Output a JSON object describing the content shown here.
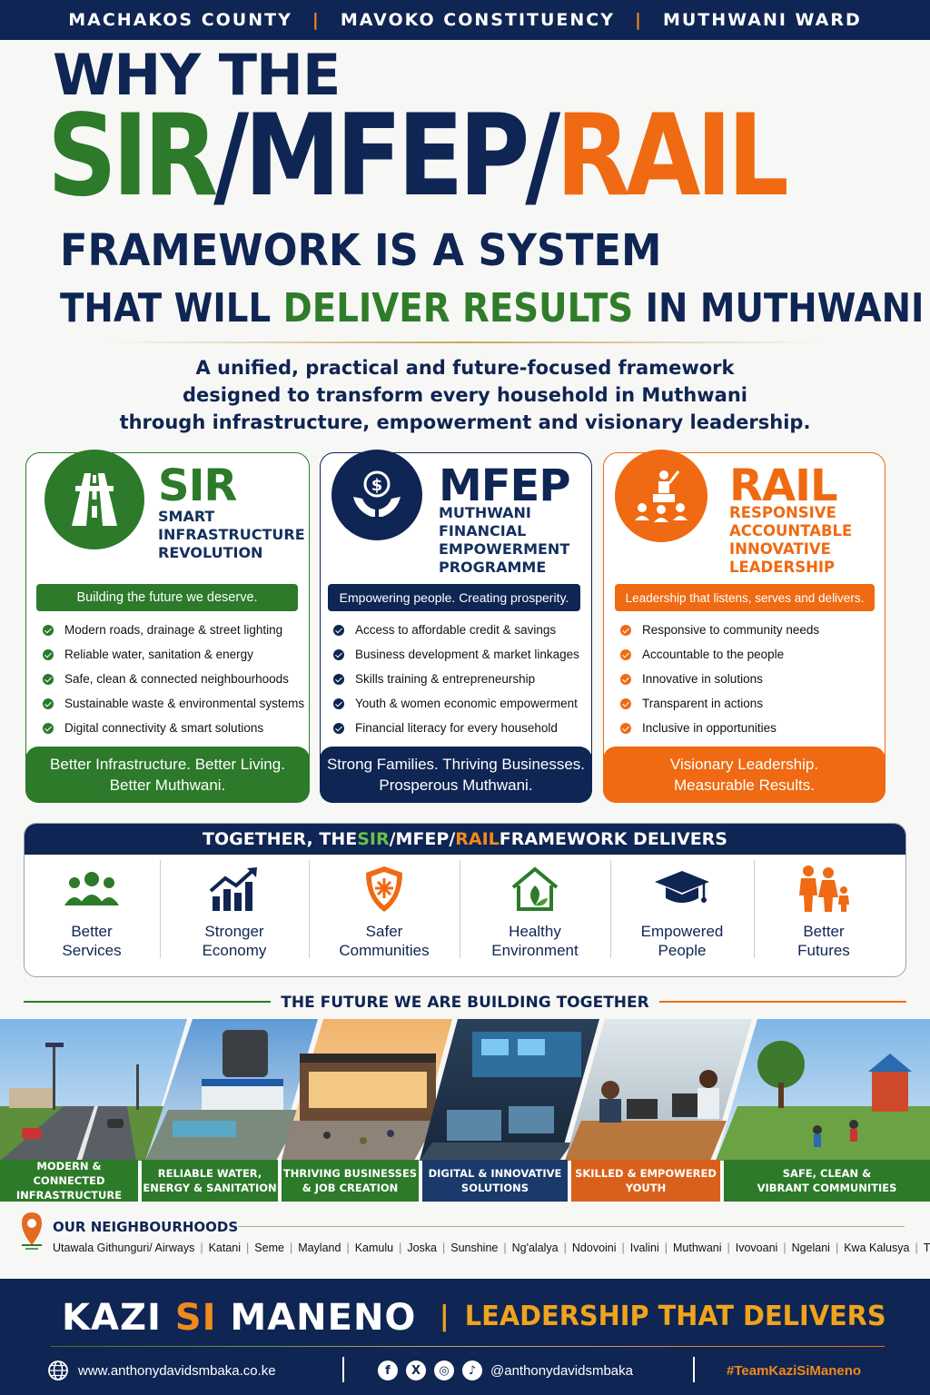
{
  "topbar": {
    "county": "MACHAKOS COUNTY",
    "constituency": "MAVOKO CONSTITUENCY",
    "ward": "MUTHWANI WARD",
    "separator": "|"
  },
  "headline": {
    "line1": "WHY THE",
    "sir": "SIR",
    "slash1": "/",
    "mfep": "MFEP",
    "slash2": "/",
    "rail": "RAIL",
    "line3": "FRAMEWORK IS A SYSTEM",
    "line4_a": "THAT WILL ",
    "line4_b": "DELIVER RESULTS",
    "line4_c": " IN MUTHWANI"
  },
  "intro": {
    "line1": "A unified, practical and future-focused framework",
    "line2": "designed to transform every household in Muthwani",
    "line3": "through infrastructure, empowerment and visionary leadership."
  },
  "pillars": {
    "sir": {
      "title": "SIR",
      "sub": [
        "SMART",
        "INFRASTRUCTURE",
        "REVOLUTION"
      ],
      "tagline": "Building the future we deserve.",
      "items": [
        "Modern roads, drainage & street lighting",
        "Reliable water, sanitation & energy",
        "Safe, clean & connected neighbourhoods",
        "Sustainable waste & environmental systems",
        "Digital connectivity & smart solutions"
      ],
      "footer": [
        "Better Infrastructure. Better Living.",
        "Better Muthwani."
      ],
      "color": "#2c7a2a",
      "icon": "road-icon"
    },
    "mfep": {
      "title": "MFEP",
      "sub": [
        "MUTHWANI",
        "FINANCIAL",
        "EMPOWERMENT",
        "PROGRAMME"
      ],
      "tagline": "Empowering people. Creating prosperity.",
      "items": [
        "Access to affordable credit & savings",
        "Business development & market linkages",
        "Skills training & entrepreneurship",
        "Youth & women economic empowerment",
        "Financial literacy for every household"
      ],
      "footer": [
        "Strong Families. Thriving Businesses.",
        "Prosperous Muthwani."
      ],
      "color": "#0f2553",
      "icon": "hands-money-icon"
    },
    "rail": {
      "title": "RAIL",
      "sub": [
        "RESPONSIVE",
        "ACCOUNTABLE",
        "INNOVATIVE",
        "LEADERSHIP"
      ],
      "tagline": "Leadership that listens, serves and delivers.",
      "items": [
        "Responsive to community needs",
        "Accountable to the people",
        "Innovative in solutions",
        "Transparent in actions",
        "Inclusive in opportunities"
      ],
      "footer": [
        "Visionary Leadership.",
        "Measurable Results."
      ],
      "color": "#ef6a12",
      "icon": "leader-audience-icon"
    }
  },
  "delivers": {
    "title_a": "TOGETHER, THE ",
    "title_sir": "SIR",
    "title_slash1": "/MFEP/",
    "title_rail": "RAIL",
    "title_b": " FRAMEWORK DELIVERS",
    "items": [
      {
        "line1": "Better",
        "line2": "Services",
        "icon": "people-group-icon"
      },
      {
        "line1": "Stronger",
        "line2": "Economy",
        "icon": "growth-chart-icon"
      },
      {
        "line1": "Safer",
        "line2": "Communities",
        "icon": "shield-icon"
      },
      {
        "line1": "Healthy",
        "line2": "Environment",
        "icon": "house-leaf-icon"
      },
      {
        "line1": "Empowered",
        "line2": "People",
        "icon": "graduation-cap-icon"
      },
      {
        "line1": "Better",
        "line2": "Futures",
        "icon": "family-icon"
      }
    ]
  },
  "future": {
    "title": "THE FUTURE WE ARE BUILDING TOGETHER",
    "captions": [
      {
        "line1": "MODERN & CONNECTED",
        "line2": "INFRASTRUCTURE",
        "color": "#2c7a2a"
      },
      {
        "line1": "RELIABLE WATER,",
        "line2": "ENERGY & SANITATION",
        "color": "#2c7a2a"
      },
      {
        "line1": "THRIVING BUSINESSES",
        "line2": "& JOB CREATION",
        "color": "#2c7a2a"
      },
      {
        "line1": "DIGITAL & INNOVATIVE",
        "line2": "SOLUTIONS",
        "color": "#1a3a6b"
      },
      {
        "line1": "SKILLED & EMPOWERED",
        "line2": "YOUTH",
        "color": "#d9601a"
      },
      {
        "line1": "SAFE, CLEAN &",
        "line2": "VIBRANT COMMUNITIES",
        "color": "#2c7a2a"
      }
    ]
  },
  "neighbourhoods": {
    "title": "OUR NEIGHBOURHOODS",
    "icon": "location-pin-icon",
    "items": [
      "Utawala Githunguri/ Airways",
      "Katani",
      "Seme",
      "Mayland",
      "Kamulu",
      "Joska",
      "Sunshine",
      "Ng'alalya",
      "Ndovoini",
      "Ivalini",
      "Muthwani",
      "Ivovoani",
      "Ngelani",
      "Kwa Kalusya",
      "Thwake"
    ]
  },
  "footer": {
    "slogan_a": "KAZI ",
    "slogan_b": "SI",
    "slogan_c": " MANENO",
    "bar": "|",
    "tagline": "LEADERSHIP THAT DELIVERS",
    "website": "www.anthonydavidsmbaka.co.ke",
    "handle": "@anthonydavidsmbaka",
    "hashtag": "#TeamKaziSiManeno",
    "social": [
      "f",
      "X",
      "◎",
      "♪"
    ]
  }
}
